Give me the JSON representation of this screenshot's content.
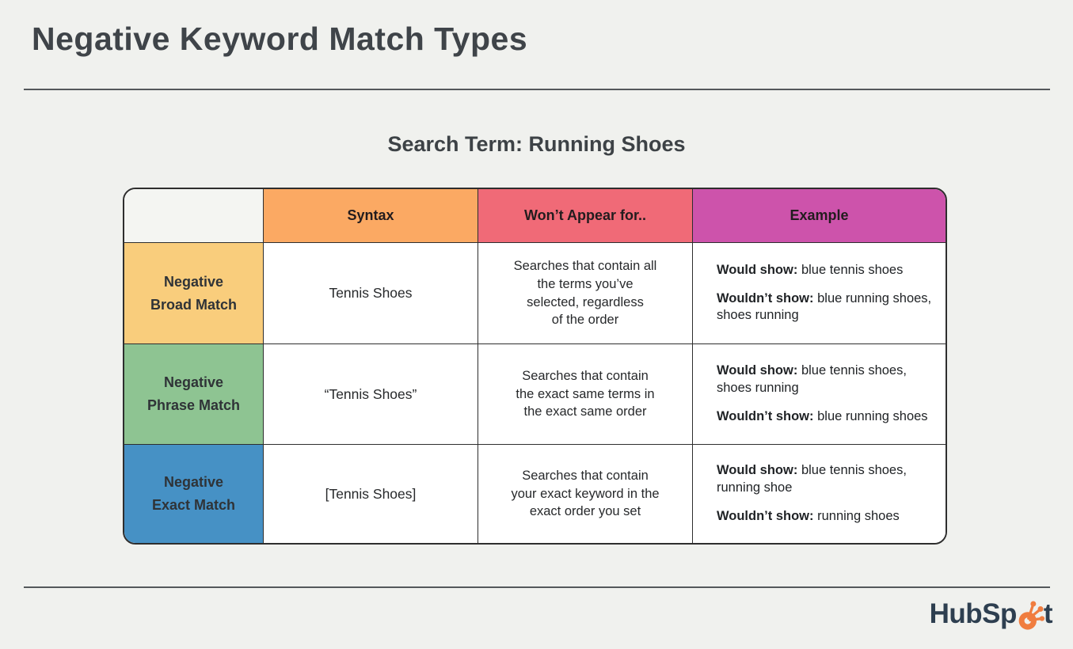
{
  "page": {
    "title": "Negative Keyword Match Types",
    "subtitle": "Search Term: Running Shoes",
    "background_color": "#f0f1ee",
    "divider_color": "#54585b"
  },
  "table": {
    "headers": {
      "corner": "",
      "syntax": "Syntax",
      "wont_appear": "Won’t Appear for..",
      "example": "Example"
    },
    "header_colors": {
      "syntax": "#fba963",
      "wont_appear": "#f06a77",
      "example": "#cd53ab"
    },
    "example_labels": {
      "would": "Would show:",
      "wouldnt": "Wouldn’t show:"
    },
    "rows": [
      {
        "label": "Negative\nBroad Match",
        "label_color": "#f9cd7c",
        "syntax": "Tennis Shoes",
        "wont_appear": "Searches that contain all\nthe terms you’ve\nselected, regardless\nof the order",
        "would_show": "blue tennis shoes",
        "wouldnt_show": "blue running shoes, shoes running"
      },
      {
        "label": "Negative\nPhrase Match",
        "label_color": "#8ec492",
        "syntax": "“Tennis Shoes”",
        "wont_appear": "Searches that contain\nthe exact same terms in\nthe exact same order",
        "would_show": "blue tennis shoes, shoes running",
        "wouldnt_show": "blue running shoes"
      },
      {
        "label": "Negative\nExact Match",
        "label_color": "#4691c5",
        "syntax": "[Tennis Shoes]",
        "wont_appear": "Searches that contain\nyour exact keyword in the\nexact order you set",
        "would_show": "blue tennis shoes, running shoe",
        "wouldnt_show": "running shoes"
      }
    ]
  },
  "footer": {
    "logo_prefix": "HubSp",
    "logo_suffix": "t",
    "logo_text_color": "#2e3f50",
    "logo_accent_color": "#f07d3f"
  }
}
